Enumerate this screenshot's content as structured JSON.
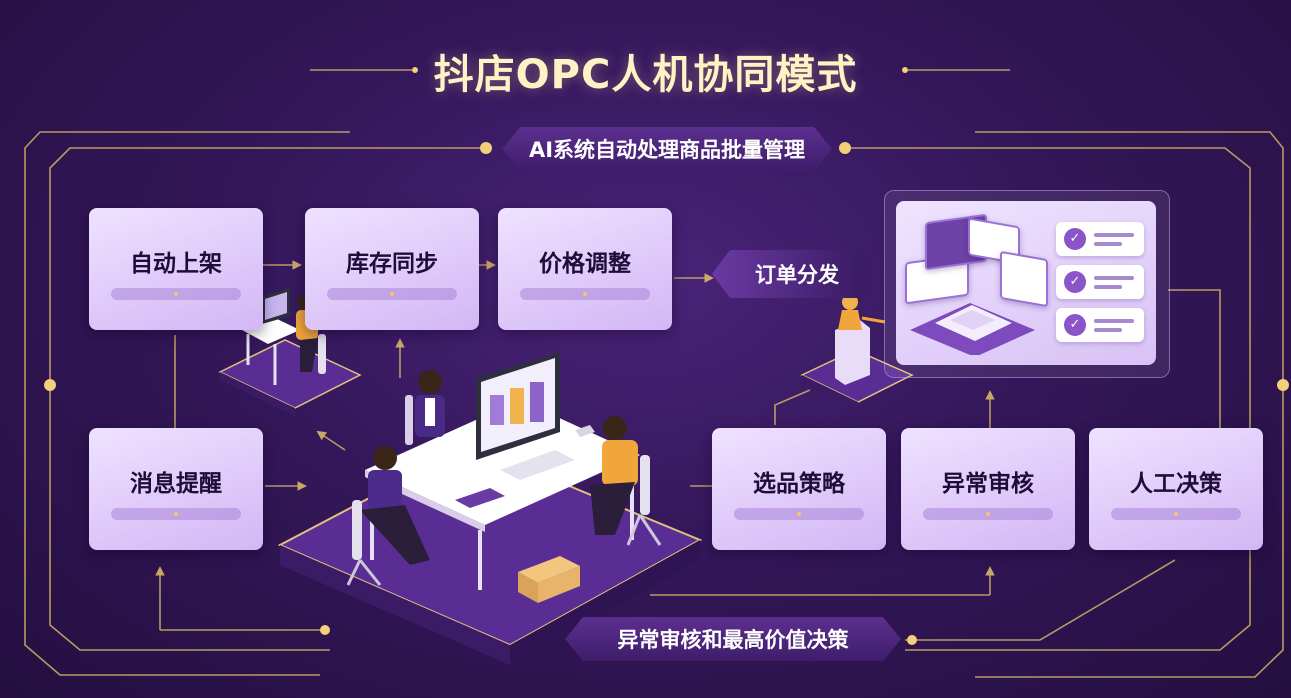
{
  "title": "抖店OPC人机协同模式",
  "banners": {
    "top": "AI系统自动处理商品批量管理",
    "bottom": "异常审核和最高价值决策",
    "order": "订单分发"
  },
  "cards": {
    "auto_listing": "自动上架",
    "inventory_sync": "库存同步",
    "price_adjust": "价格调整",
    "message_alert": "消息提醒",
    "product_strategy": "选品策略",
    "exception_review": "异常审核",
    "human_decision": "人工决策"
  },
  "colors": {
    "background": "#34175a",
    "title": "#fff2c4",
    "line": "#d9b86a",
    "card": "#e3d1fa",
    "accent": "#7d4bbd",
    "person_shirt_yellow": "#f0a63a"
  },
  "icons": {
    "check": "check-circle-icon"
  }
}
